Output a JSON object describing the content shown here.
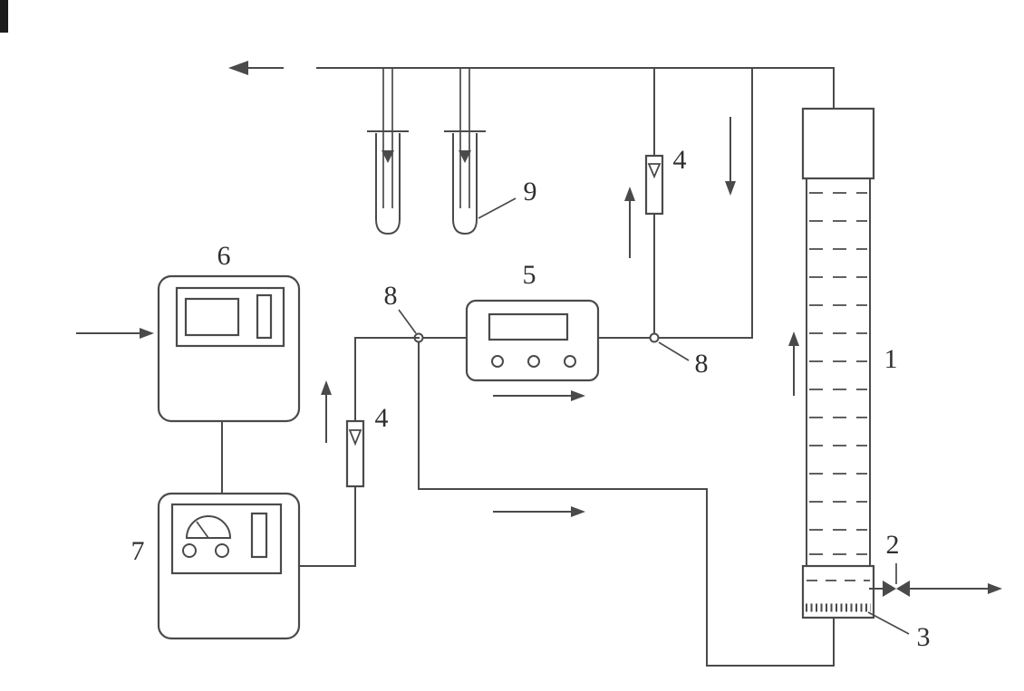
{
  "diagram": {
    "type": "experimental-apparatus-line-diagram",
    "background_color": "#ffffff",
    "line_color": "#4a4a4a",
    "label_color": "#2f2f2f",
    "labels": {
      "column": "1",
      "drain_valve": "2",
      "gas_distributor": "3",
      "flowmeter_inlet": "4",
      "flowmeter_outlet": "4",
      "analyzer": "5",
      "power_controller": "6",
      "generator": "7",
      "junction_inlet": "8",
      "junction_outlet": "8",
      "absorption_tubes": "9"
    }
  }
}
